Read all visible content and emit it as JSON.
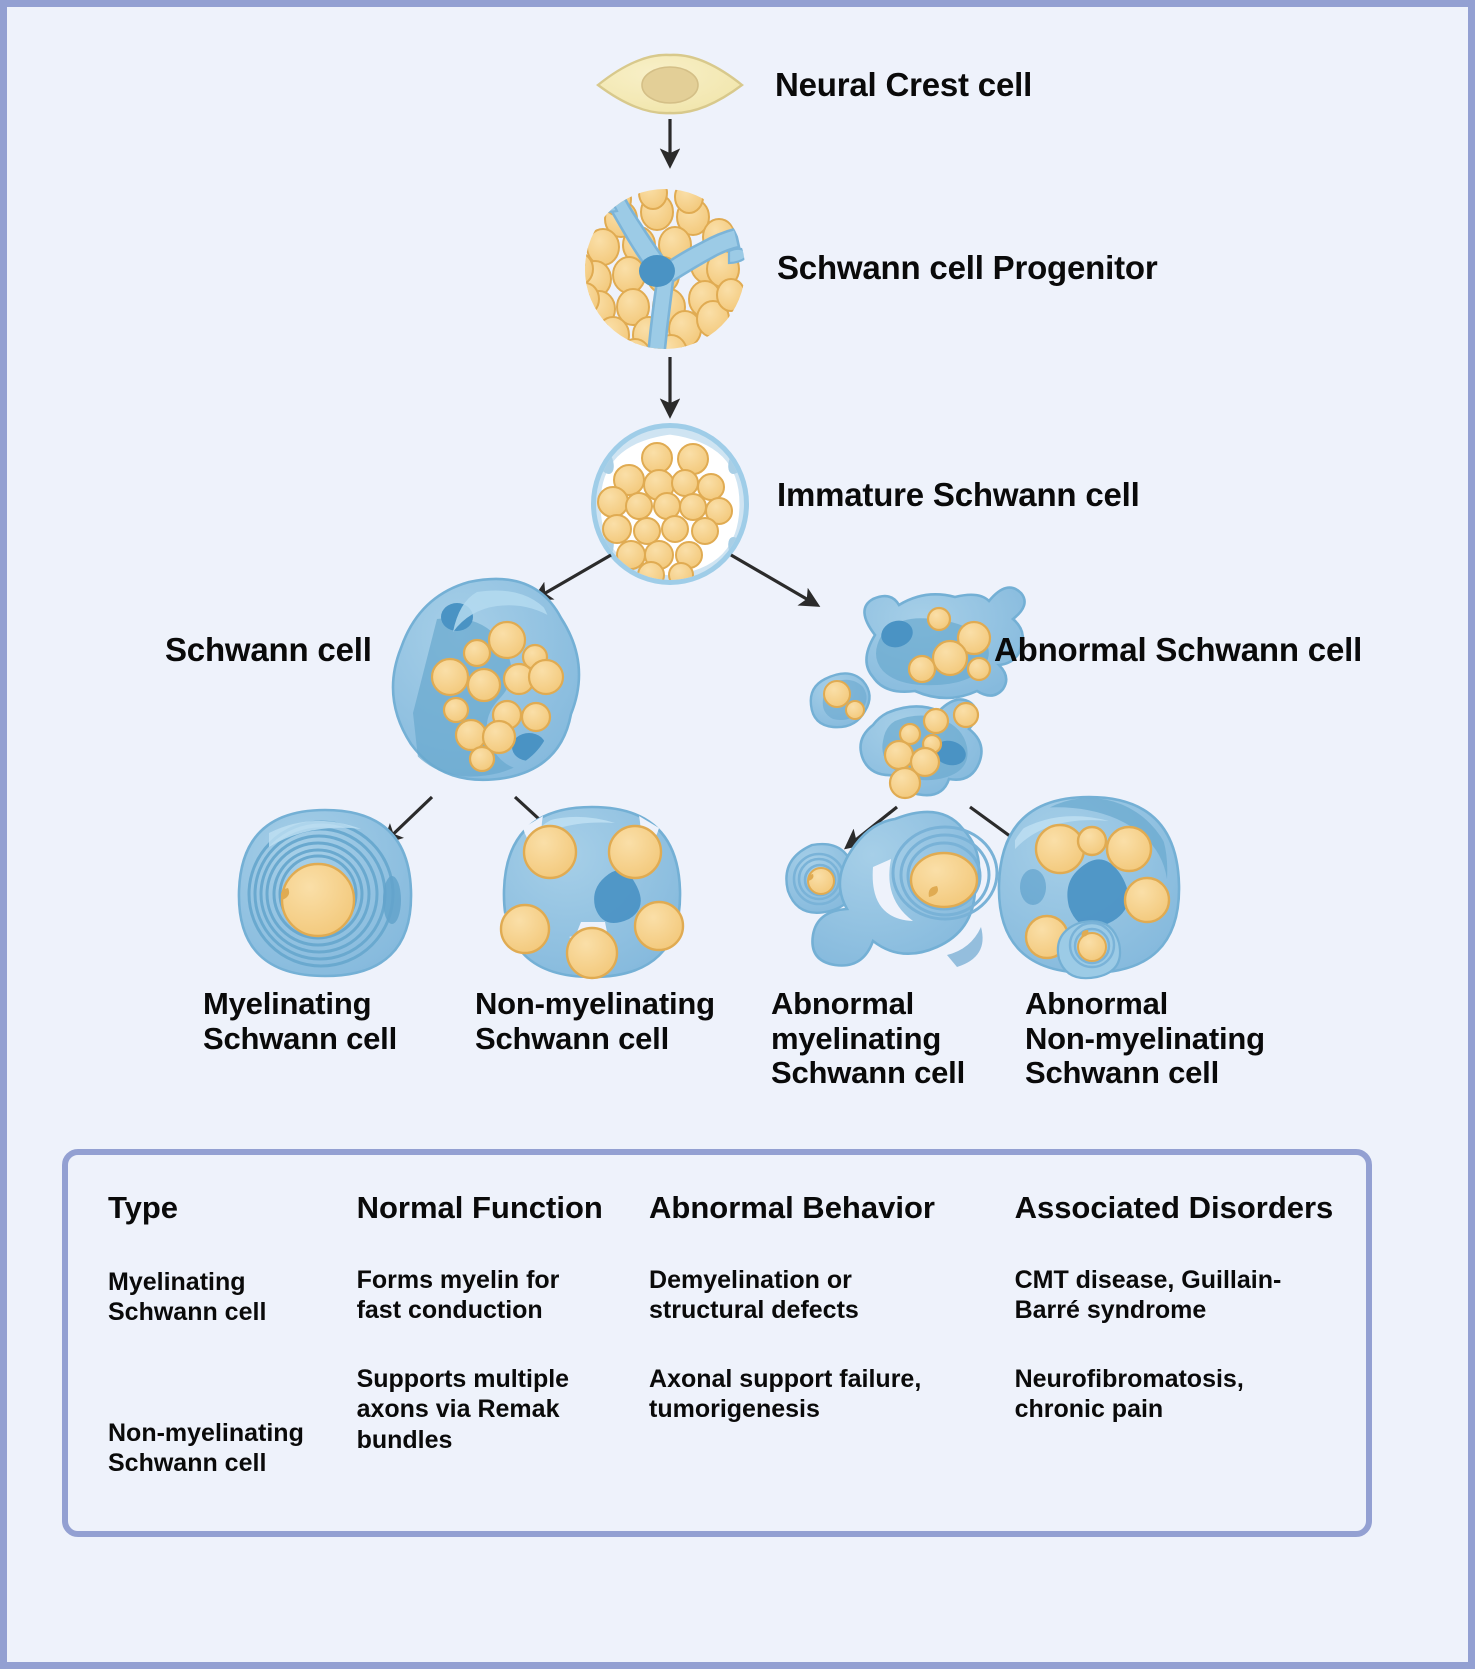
{
  "figure": {
    "background_color": "#eef2fb",
    "border_color": "#93a0d2",
    "cell_blue": "#8ec0e0",
    "cell_blue_dark": "#4a93c4",
    "axon_yellow": "#f5ce85",
    "axon_yellow_border": "#e0ab52",
    "crest_yellow": "#f4eab4",
    "crest_nucleus": "#e3cf97",
    "arrow_color": "#2b2b2b"
  },
  "flow": {
    "nodes": [
      {
        "id": "neural-crest-cell",
        "label": "Neural Crest cell"
      },
      {
        "id": "schwann-cell-progenitor",
        "label": "Schwann cell Progenitor"
      },
      {
        "id": "immature-schwann-cell",
        "label": "Immature Schwann cell"
      },
      {
        "id": "schwann-cell",
        "label": "Schwann cell"
      },
      {
        "id": "abnormal-schwann-cell",
        "label": "Abnormal Schwann cell"
      }
    ],
    "outcomes": [
      {
        "id": "myelinating-schwann-cell",
        "label": "Myelinating\nSchwann cell"
      },
      {
        "id": "non-myelinating-schwann-cell",
        "label": "Non-myelinating\nSchwann cell"
      },
      {
        "id": "abnormal-myelinating-schwann-cell",
        "label": "Abnormal\nmyelinating\nSchwann cell"
      },
      {
        "id": "abnormal-non-myelinating-schwann-cell",
        "label": "Abnormal\nNon-myelinating\nSchwann cell"
      }
    ]
  },
  "table": {
    "headers": [
      "Type",
      "Normal Function",
      "Abnormal  Behavior",
      "Associated Disorders"
    ],
    "rows": [
      [
        "Myelinating\nSchwann cell",
        "Forms myelin for\nfast conduction",
        "Demyelination or\nstructural defects",
        "CMT disease, Guillain-\nBarré syndrome"
      ],
      [
        "Non-myelinating\nSchwann cell",
        "Supports multiple\naxons via Remak\nbundles",
        "Axonal support failure,\ntumorigenesis",
        "Neurofibromatosis,\nchronic pain"
      ]
    ]
  }
}
